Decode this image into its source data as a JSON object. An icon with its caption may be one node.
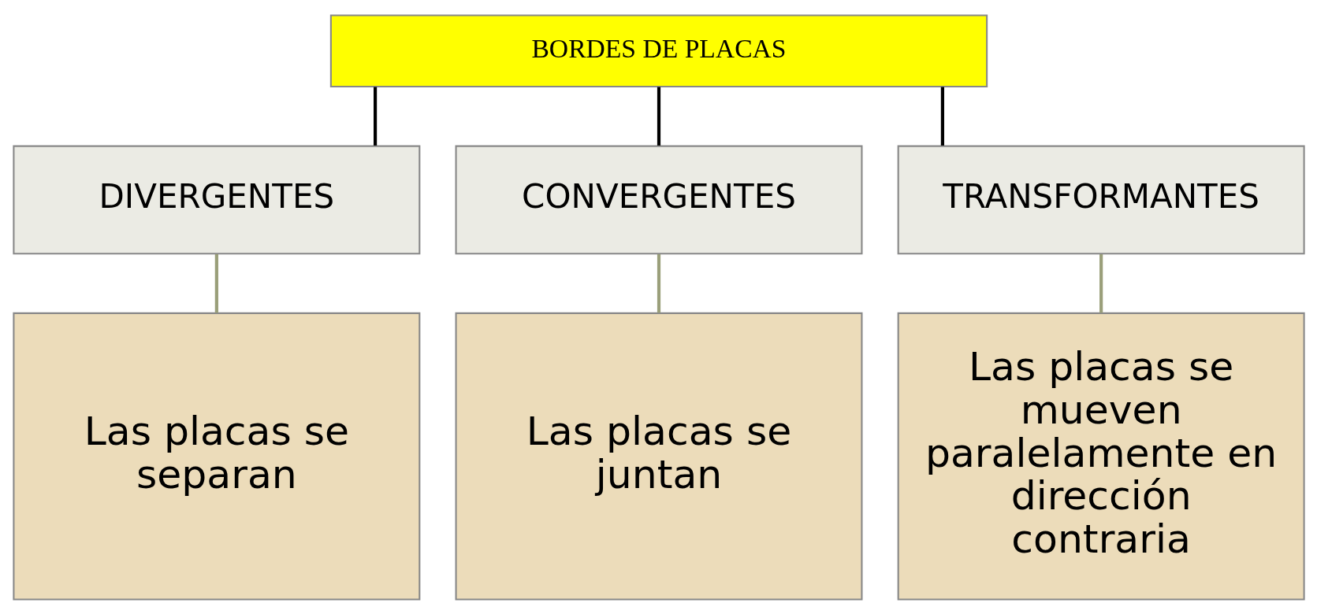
{
  "diagram": {
    "nodes": [
      {
        "text": [
          "BORDES DE PLACAS"
        ]
      },
      {
        "text": [
          "DIVERGENTES"
        ]
      },
      {
        "text": [
          "CONVERGENTES"
        ]
      },
      {
        "text": [
          "TRANSFORMANTES"
        ]
      },
      {
        "text": [
          "Las placas se separan"
        ]
      },
      {
        "text": [
          "Las placas se juntan"
        ]
      },
      {
        "text": [
          "Las placas se mueven paralelamente en dirección contraria"
        ]
      }
    ],
    "edges": [
      {
        "from": 0,
        "to": 1,
        "arrow": "none"
      },
      {
        "from": 0,
        "to": 2,
        "arrow": "none"
      },
      {
        "from": 0,
        "to": 3,
        "arrow": "none"
      },
      {
        "from": 1,
        "to": 4,
        "arrow": "none",
        "color": "#9a9f7a"
      },
      {
        "from": 2,
        "to": 5,
        "arrow": "none",
        "color": "#9a9f7a"
      },
      {
        "from": 3,
        "to": 6,
        "arrow": "none",
        "color": "#9a9f7a"
      }
    ]
  }
}
